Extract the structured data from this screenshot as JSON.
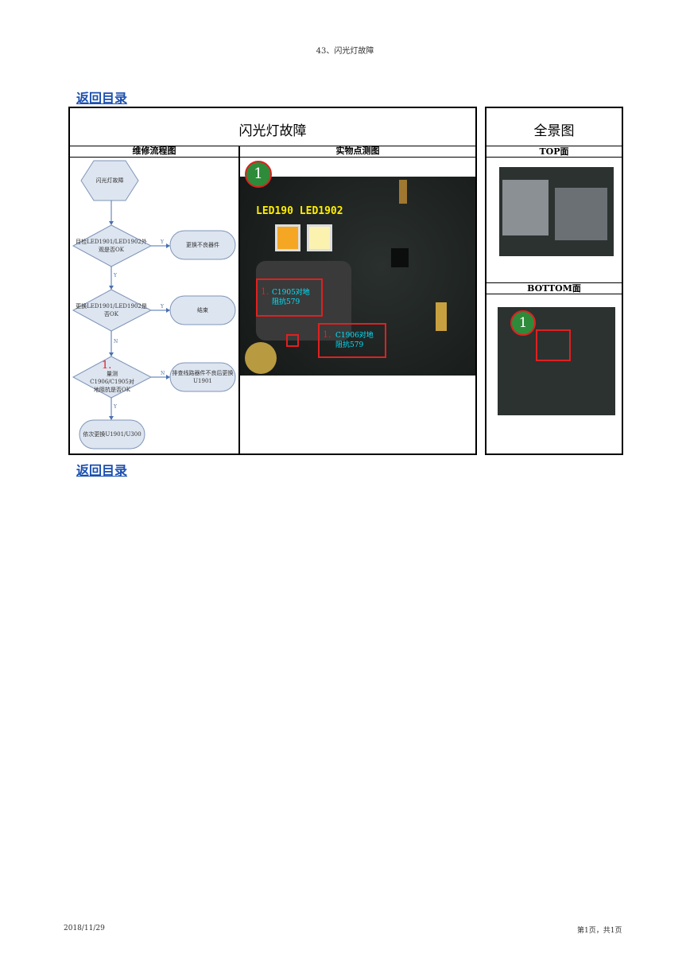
{
  "header": {
    "title": "43、闪光灯故障"
  },
  "links": {
    "back_top": "返回目录",
    "back_bottom": "返回目录"
  },
  "table": {
    "main_title": "闪光灯故障",
    "overview_title": "全景图",
    "col_flow": "维修流程图",
    "col_photo": "实物点测图",
    "col_top": "TOP面",
    "col_bottom": "BOTTOM面"
  },
  "flow": {
    "start": "闪光灯故障",
    "q1": "目检LED1901/LED1902外观是否OK",
    "a1": "更换不良器件",
    "q2": "更换LED1901/LED1902是否OK",
    "a2": "结束",
    "q3_num": "1.",
    "q3": "量测C1906/C1905对地阻抗是否OK",
    "a3": "排查线路器件不良后更换U1901",
    "end": "依次更换U1901/U300",
    "yes": "Y",
    "no": "N"
  },
  "photo": {
    "badge": "1",
    "led_label": "LED190 LED1902",
    "c1905_num": "1.",
    "c1905": "C1905对地阻抗579",
    "c1906_num": "1.",
    "c1906": "C1906对地阻抗579"
  },
  "overview": {
    "badge": "1"
  },
  "footer": {
    "date": "2018/11/29",
    "page": "第1页，共1页"
  },
  "colors": {
    "badge": "#2e8b3a",
    "marker": "#e02020",
    "label_cyan": "#00e5ff",
    "label_yellow": "#ffee00",
    "link": "#1a4fb0"
  }
}
